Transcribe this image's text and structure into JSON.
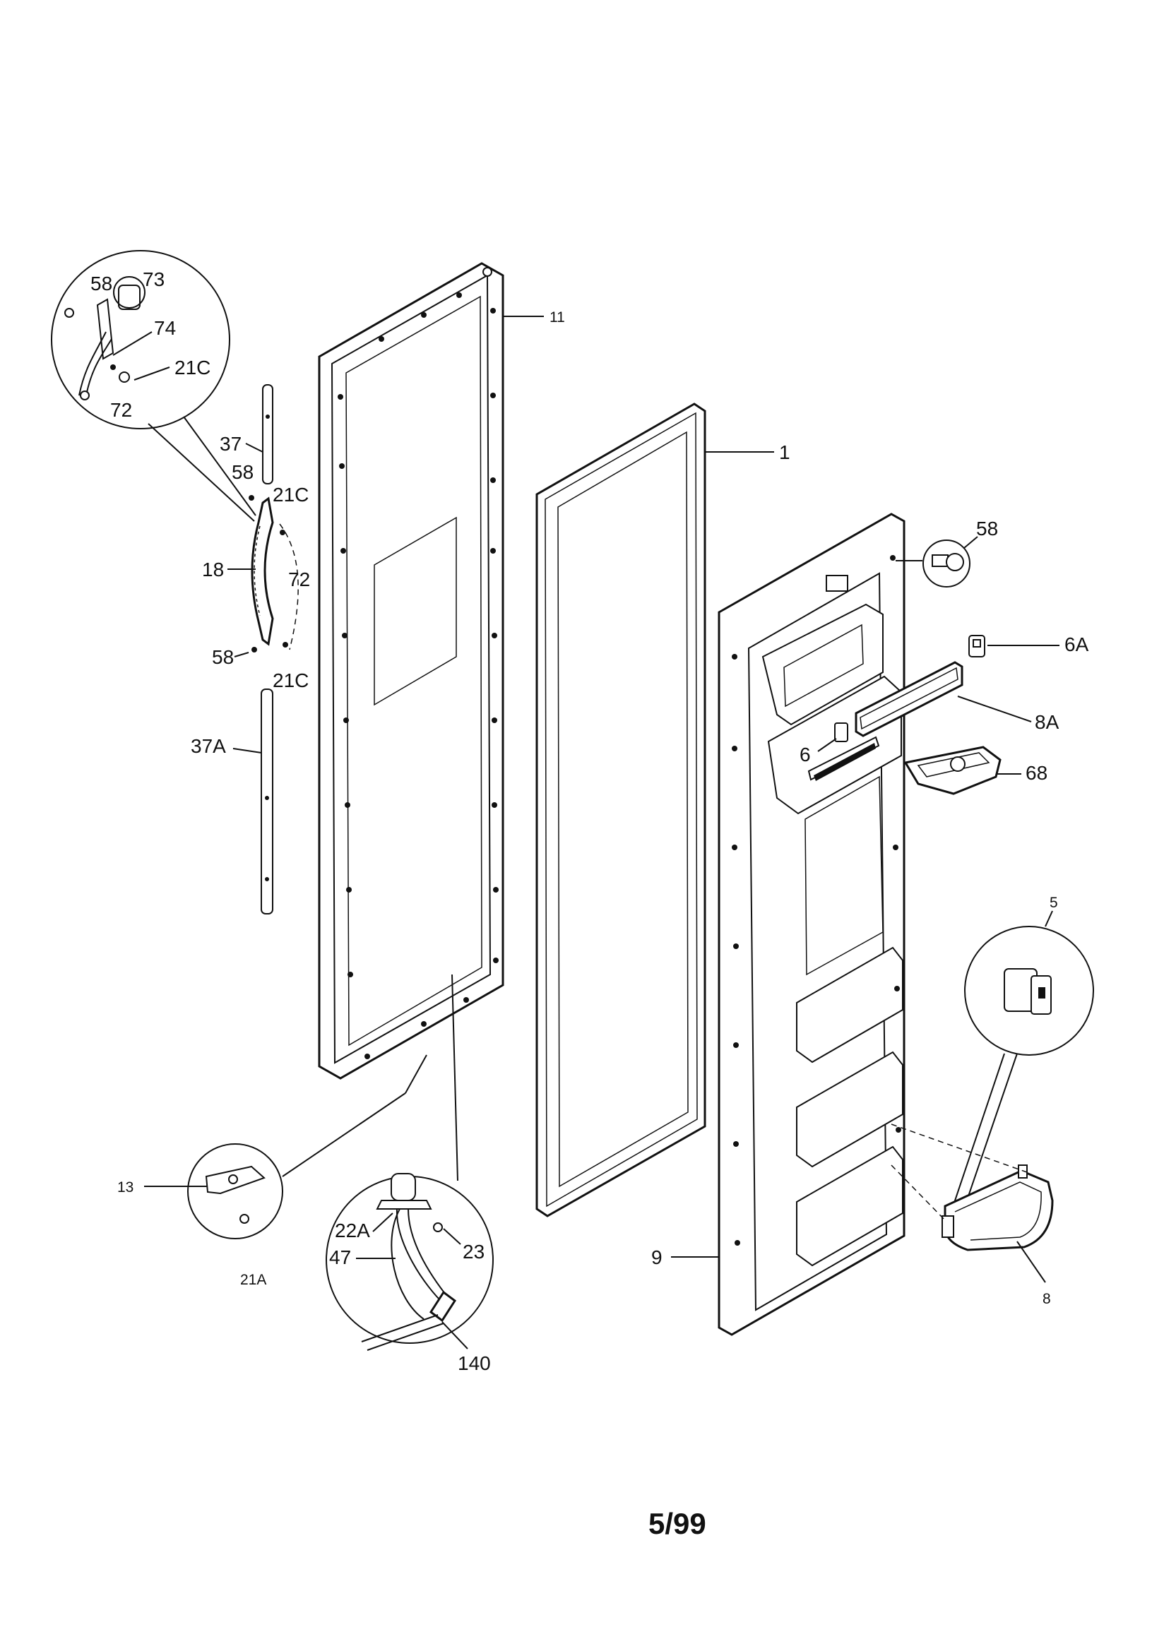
{
  "callouts": {
    "c11": "11",
    "c1": "1",
    "c9": "9",
    "c58_top": "58",
    "c73": "73",
    "c74": "74",
    "c21c_top": "21C",
    "c72_top": "72",
    "c37": "37",
    "c58_mid": "58",
    "c21c_mid": "21C",
    "c18": "18",
    "c72_mid": "72",
    "c58_low": "58",
    "c21c_low": "21C",
    "c37a": "37A",
    "c58_right": "58",
    "c6a": "6A",
    "c8a": "8A",
    "c6": "6",
    "c68": "68",
    "c5": "5",
    "c8": "8",
    "c13": "13",
    "c21a": "21A",
    "c22a": "22A",
    "c47": "47",
    "c23": "23",
    "c140": "140"
  },
  "footer": {
    "page_code": "5/99"
  }
}
